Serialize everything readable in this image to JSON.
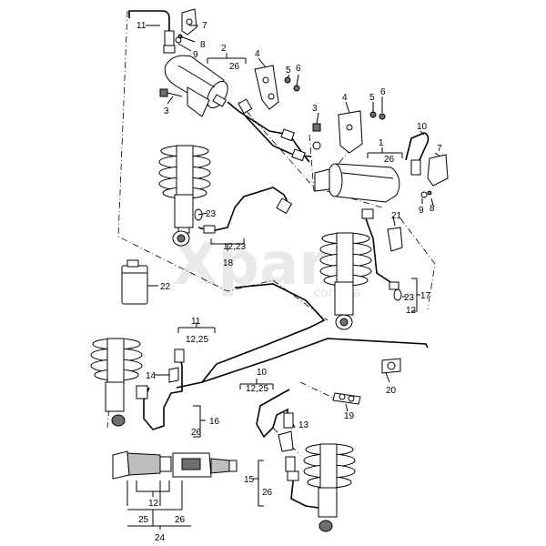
{
  "watermark": {
    "main": "Xpart",
    "sub": ".com.ua"
  },
  "labels": {
    "p11a": "11",
    "p7a": "7",
    "p8a": "8",
    "p9a": "9",
    "p2": "2",
    "p26a": "26",
    "p4a": "4",
    "p5a": "5",
    "p6a": "6",
    "p3a": "3",
    "p3b": "3",
    "p4b": "4",
    "p5b": "5",
    "p6b": "6",
    "p1": "1",
    "p26b": "26",
    "p10a": "10",
    "p7b": "7",
    "p9b": "9",
    "p8b": "8",
    "p23a": "23",
    "p1223a": "12,23",
    "p18": "18",
    "p21": "21",
    "p22": "22",
    "p23b": "23",
    "p17": "17",
    "p12a": "12",
    "p11b": "11",
    "p1225a": "12,25",
    "p14": "14",
    "p16": "16",
    "p26c": "26",
    "p10b": "10",
    "p1225b": "12,25",
    "p20": "20",
    "p19": "19",
    "p13": "13",
    "p15": "15",
    "p26d": "26",
    "p12b": "12",
    "p25": "25",
    "p26e": "26",
    "p24": "24"
  }
}
